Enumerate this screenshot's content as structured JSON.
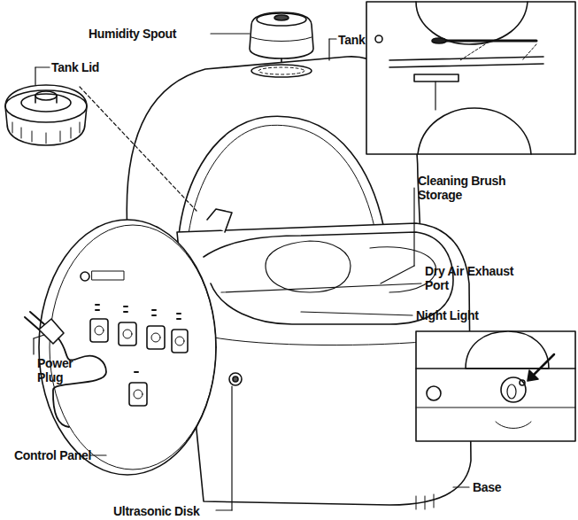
{
  "diagram": {
    "labels": [
      "Humidity Spout",
      "Tank",
      "Tank Lid",
      "Cleaning Brush Storage",
      "Dry Air Exhaust Port",
      "Night Light",
      "Power Plug",
      "Control Panel",
      "Base",
      "Ultrasonic Disk"
    ]
  }
}
